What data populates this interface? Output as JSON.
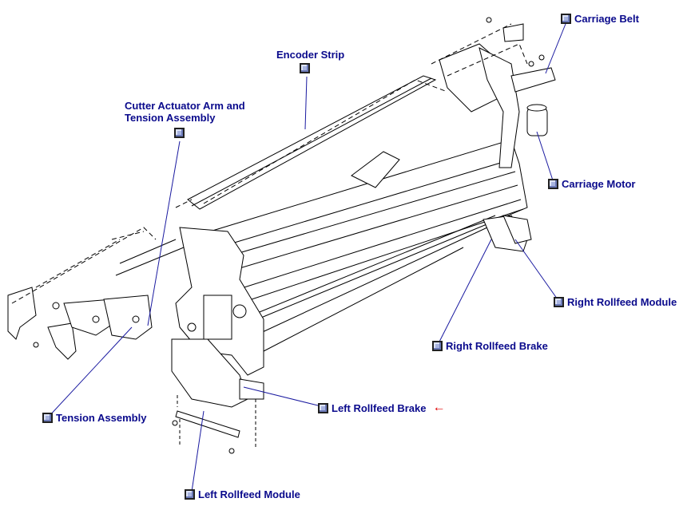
{
  "callouts": {
    "carriage_belt": "Carriage Belt",
    "encoder_strip": "Encoder Strip",
    "cutter_line1": "Cutter Actuator Arm and",
    "cutter_line2": "Tension Assembly",
    "carriage_motor": "Carriage Motor",
    "right_rollfeed_module": "Right Rollfeed Module",
    "right_rollfeed_brake": "Right Rollfeed Brake",
    "left_rollfeed_brake": "Left Rollfeed Brake",
    "tension_assembly": "Tension Assembly",
    "left_rollfeed_module": "Left Rollfeed Module"
  },
  "indicator": {
    "arrow_symbol": "←",
    "arrow_color": "#e00000"
  },
  "colors": {
    "label_text": "#0a0a8c",
    "line": "#1a1aa0",
    "button_face": "#a8b4e0"
  }
}
